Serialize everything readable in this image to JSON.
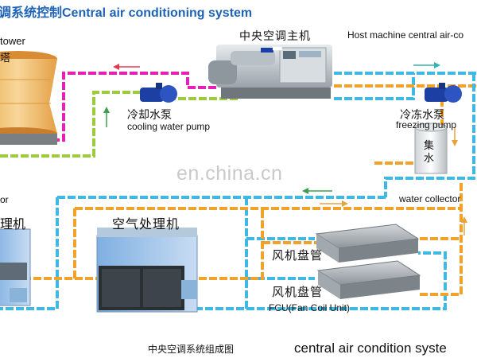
{
  "title": "调系统控制Central air conditioning system",
  "labels": {
    "cooling_tower_en": "tower",
    "cooling_tower_cn": "塔",
    "host_cn": "中央空调主机",
    "host_en": "Host machine central air-co",
    "cooling_pump_cn": "冷却水泵",
    "cooling_pump_en": "cooling water pump",
    "freezing_pump_cn": "冷冻水泵",
    "freezing_pump_en": "freezing pump",
    "collector_cn": "集水",
    "collector_en": "water collector",
    "left_en": "or",
    "left_cn": "理机",
    "ahu_cn": "空气处理机",
    "fcu_cn_1": "风机盘管",
    "fcu_cn_2": "风机盘管",
    "fcu_en": "FCU(Fan Coil Unit)",
    "footer_cn": "中央空调系统组成图",
    "footer_en": "central air condition syste",
    "watermark": "en.china.cn",
    "unit_badge": "▆▆▆"
  },
  "colors": {
    "title": "#1f63b8",
    "pipe_magenta": "#e61fb5",
    "pipe_green": "#9ccc3c",
    "pipe_cyan": "#3fb8e4",
    "pipe_orange": "#f2a22b",
    "tower": "#f2c06e",
    "pump": "#1c3fa3",
    "arrow_red": "#e43a52",
    "arrow_green": "#3c9f4f",
    "arrow_teal": "#32b3b0",
    "arrow_orange": "#e8a23a"
  }
}
